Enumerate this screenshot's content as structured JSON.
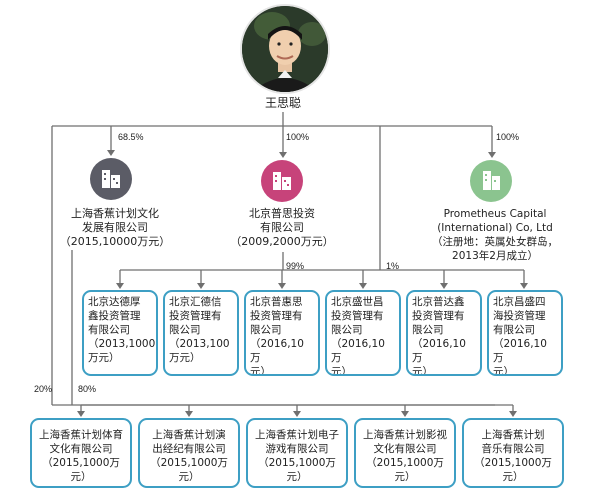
{
  "person": {
    "name": "王思聪"
  },
  "colors": {
    "line": "#6f6f6f",
    "box_border": "#3d9fc4",
    "icon_dark": "#5b5c66",
    "icon_pink": "#c7437a",
    "icon_green": "#8bc48f"
  },
  "icons": {
    "building": "building-icon"
  },
  "holdings": [
    {
      "lines": [
        "上海香蕉计划文化",
        "发展有限公司",
        "（2015,10000万元）"
      ],
      "percent": "68.5%"
    },
    {
      "lines": [
        "北京普思投资",
        "有限公司",
        "（2009,2000万元）"
      ],
      "percent": "100%"
    },
    {
      "lines": [
        "Prometheus Capital",
        "(International) Co, Ltd",
        "（注册地：英属处女群岛，",
        "2013年2月成立）"
      ],
      "percent": "100%"
    }
  ],
  "mid_percents": {
    "pusi": "99%",
    "prometheus": "1%"
  },
  "mid_companies": [
    {
      "lines": [
        "北京达德厚",
        "鑫投资管理",
        "有限公司",
        "（2013,1000",
        "万元）"
      ]
    },
    {
      "lines": [
        "北京汇德信",
        "投资管理有",
        "限公司",
        "（2013,100",
        "万元）"
      ]
    },
    {
      "lines": [
        "北京普惠思",
        "投资管理有",
        "限公司",
        "（2016,10万",
        "元）"
      ]
    },
    {
      "lines": [
        "北京盛世昌",
        "投资管理有",
        "限公司",
        "（2016,10万",
        "元）"
      ]
    },
    {
      "lines": [
        "北京普达鑫",
        "投资管理有",
        "限公司",
        "（2016,10万",
        "元）"
      ]
    },
    {
      "lines": [
        "北京昌盛四",
        "海投资管理",
        "有限公司",
        "（2016,10万",
        "元）"
      ]
    }
  ],
  "bottom_percents": {
    "left_20": "20%",
    "left_80": "80%"
  },
  "bottom_companies": [
    {
      "lines": [
        "上海香蕉计划体育",
        "文化有限公司",
        "（2015,1000万元）"
      ]
    },
    {
      "lines": [
        "上海香蕉计划演",
        "出经纪有限公司",
        "（2015,1000万元）"
      ]
    },
    {
      "lines": [
        "上海香蕉计划电子",
        "游戏有限公司",
        "（2015,1000万元）"
      ]
    },
    {
      "lines": [
        "上海香蕉计划影视",
        "文化有限公司",
        "（2015,1000万元）"
      ]
    },
    {
      "lines": [
        "上海香蕉计划",
        "音乐有限公司",
        "（2015,1000万元）"
      ]
    }
  ]
}
